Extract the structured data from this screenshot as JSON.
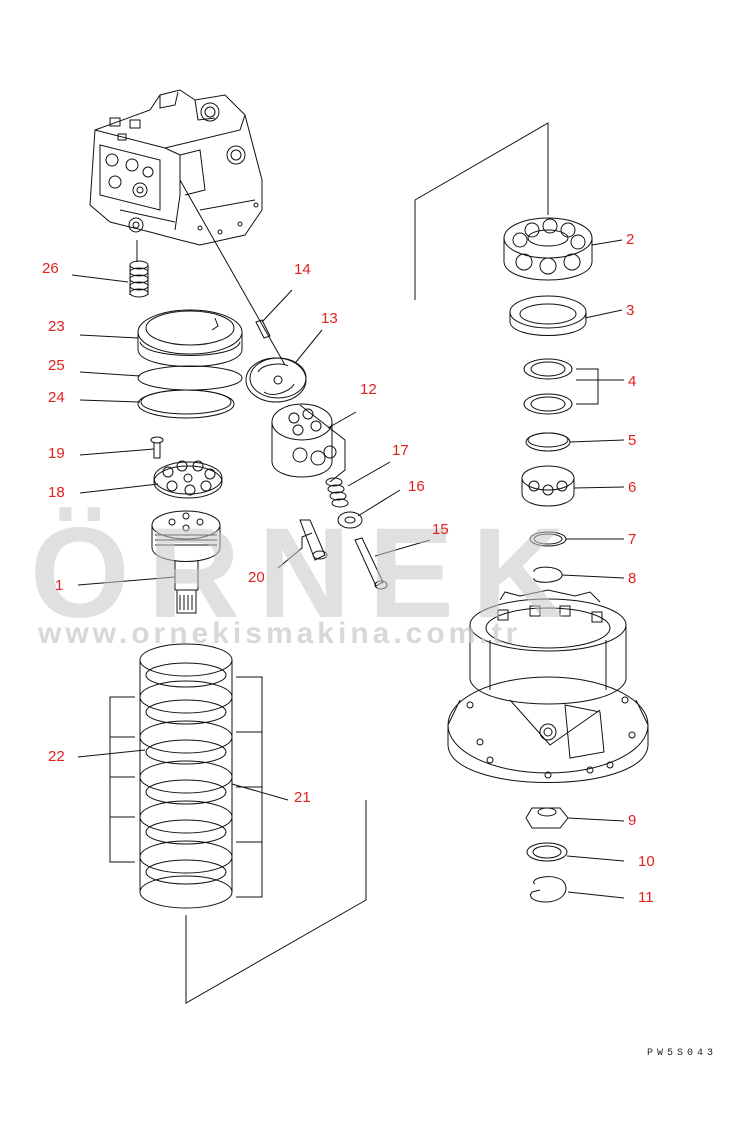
{
  "diagram": {
    "callouts": [
      {
        "id": "1",
        "text": "1"
      },
      {
        "id": "2",
        "text": "2"
      },
      {
        "id": "3",
        "text": "3"
      },
      {
        "id": "4",
        "text": "4"
      },
      {
        "id": "5",
        "text": "5"
      },
      {
        "id": "6",
        "text": "6"
      },
      {
        "id": "7",
        "text": "7"
      },
      {
        "id": "8",
        "text": "8"
      },
      {
        "id": "9",
        "text": "9"
      },
      {
        "id": "10",
        "text": "10"
      },
      {
        "id": "11",
        "text": "11"
      },
      {
        "id": "12",
        "text": "12"
      },
      {
        "id": "13",
        "text": "13"
      },
      {
        "id": "14",
        "text": "14"
      },
      {
        "id": "15",
        "text": "15"
      },
      {
        "id": "16",
        "text": "16"
      },
      {
        "id": "17",
        "text": "17"
      },
      {
        "id": "18",
        "text": "18"
      },
      {
        "id": "19",
        "text": "19"
      },
      {
        "id": "20",
        "text": "20"
      },
      {
        "id": "21",
        "text": "21"
      },
      {
        "id": "22",
        "text": "22"
      },
      {
        "id": "23",
        "text": "23"
      },
      {
        "id": "24",
        "text": "24"
      },
      {
        "id": "25",
        "text": "25"
      },
      {
        "id": "26",
        "text": "26"
      }
    ],
    "document_code": "PW5S043",
    "colors": {
      "line": "#111111",
      "callout": "#e0201c",
      "watermark": "#c8c8c8"
    }
  },
  "watermark": {
    "brand": "ÖRNEK",
    "url": "www.ornekismakina.com.tr"
  }
}
